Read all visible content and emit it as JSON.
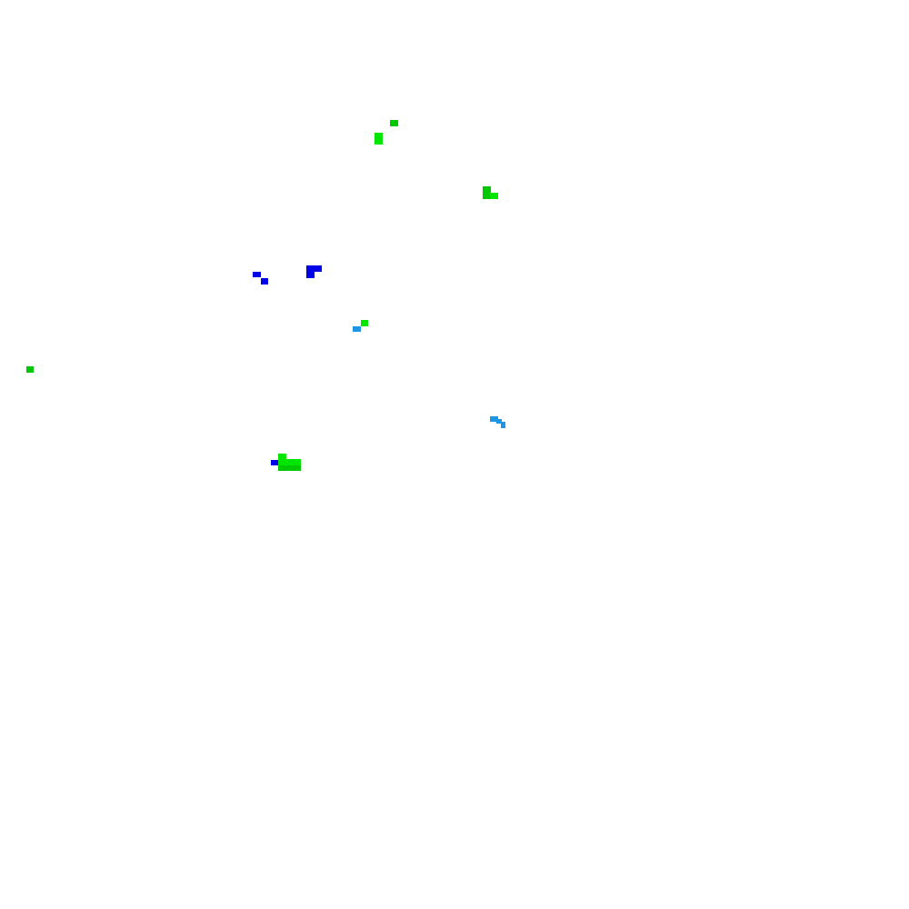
{
  "palette": {
    "background": "#ffffff",
    "green": "#00c800",
    "bright_green": "#00e600",
    "blue": "#0000e6",
    "light_blue": "#1e96e6"
  },
  "blobs": [
    {
      "name": "green-blob-a",
      "color": "green"
    },
    {
      "name": "bright-green-blob-a",
      "color": "bright_green"
    },
    {
      "name": "green-blob-b",
      "color": "green"
    },
    {
      "name": "blue-blob-a",
      "color": "blue"
    },
    {
      "name": "blue-blob-b",
      "color": "blue"
    },
    {
      "name": "mixed-blob-a",
      "color": "bright_green"
    },
    {
      "name": "green-blob-c",
      "color": "green"
    },
    {
      "name": "light-blue-blob-a",
      "color": "light_blue"
    },
    {
      "name": "green-blob-d",
      "color": "green"
    }
  ]
}
